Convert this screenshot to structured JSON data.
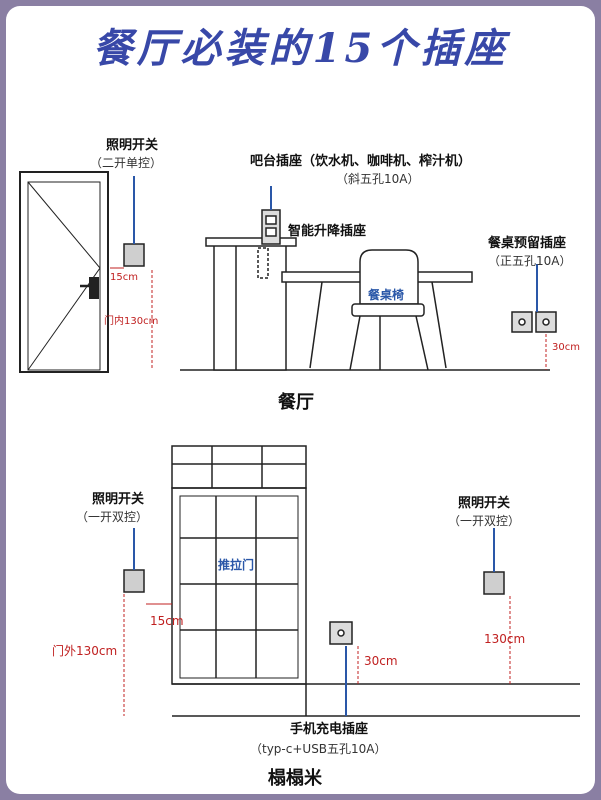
{
  "title": "餐厅必装的15个插座",
  "top": {
    "switch_label": "照明开关",
    "switch_sub": "（二开单控）",
    "bar_socket_label": "吧台插座（饮水机、咖啡机、榨汁机）",
    "bar_socket_sub": "（斜五孔10A）",
    "lift_socket_label": "智能升降插座",
    "table_socket_label": "餐桌预留插座",
    "table_socket_sub": "（正五孔10A）",
    "chair_label": "餐桌椅",
    "dim_15": "15cm",
    "dim_130": "门内130cm",
    "dim_30": "30cm",
    "section": "餐厅"
  },
  "bottom": {
    "switch_left_label": "照明开关",
    "switch_left_sub": "（一开双控）",
    "switch_right_label": "照明开关",
    "switch_right_sub": "（一开双控）",
    "door_label": "推拉门",
    "dim_15": "15cm",
    "dim_130_left": "门外130cm",
    "dim_130_right": "130cm",
    "dim_30": "30cm",
    "phone_socket_label": "手机充电插座",
    "phone_socket_sub": "（typ-c+USB五孔10A）",
    "section": "榻榻米"
  },
  "colors": {
    "title": "#3848a8",
    "accent": "#2a57a8",
    "dimension": "#c02020",
    "frame": "#8a7fa3"
  }
}
